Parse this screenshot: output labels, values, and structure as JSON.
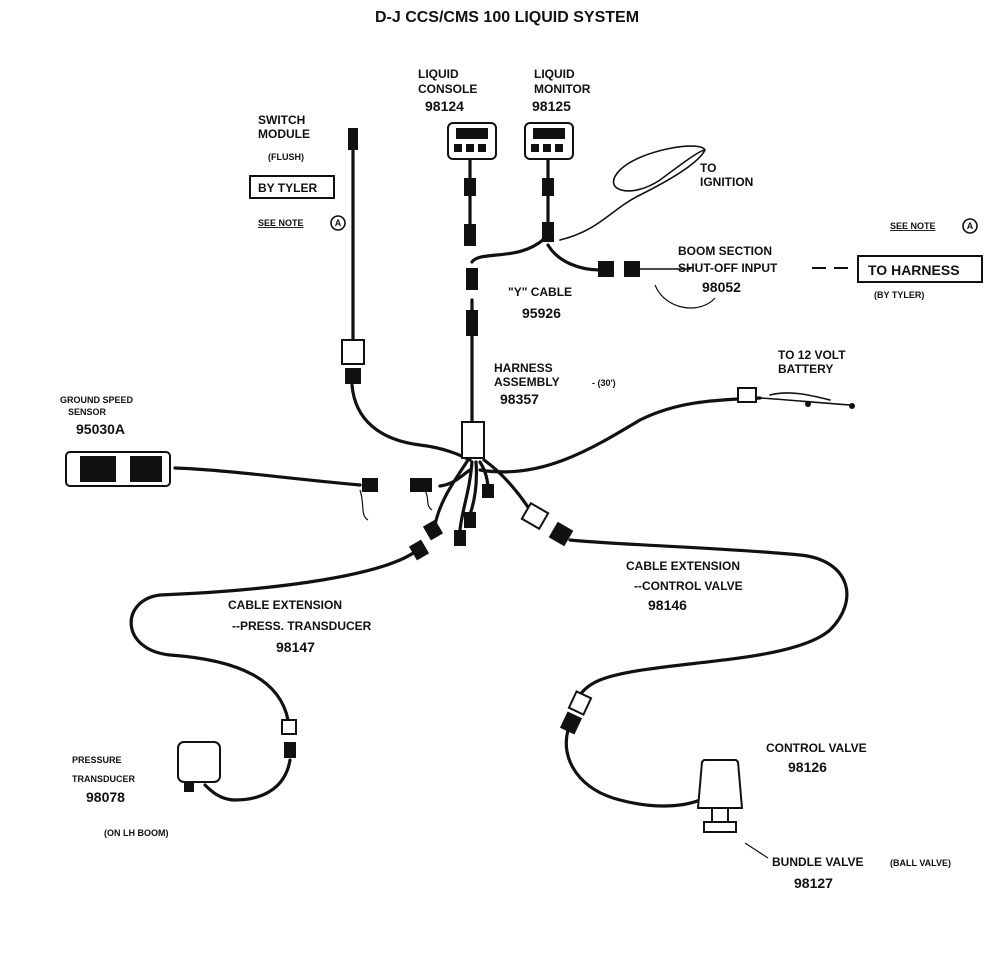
{
  "title": "D-J CCS/CMS 100 LIQUID SYSTEM",
  "liquid_console": {
    "line1": "LIQUID",
    "line2": "CONSOLE",
    "part": "98124"
  },
  "liquid_monitor": {
    "line1": "LIQUID",
    "line2": "MONITOR",
    "part": "98125"
  },
  "switch_module": {
    "line1": "SWITCH",
    "line2": "MODULE",
    "note": "(FLUSH)",
    "box": "BY TYLER",
    "see_note": "SEE NOTE",
    "marker": "A"
  },
  "ignition": {
    "line1": "TO",
    "line2": "IGNITION"
  },
  "boom_section": {
    "line1": "BOOM SECTION",
    "line2": "SHUT-OFF INPUT",
    "part": "98052",
    "see_note": "SEE NOTE",
    "marker": "A",
    "box": "TO HARNESS",
    "by": "(BY TYLER)"
  },
  "y_cable": {
    "label": "\"Y\" CABLE",
    "part": "95926"
  },
  "harness": {
    "line1": "HARNESS",
    "line2": "ASSEMBLY",
    "length": "- (30')",
    "part": "98357"
  },
  "battery": {
    "line1": "TO 12 VOLT",
    "line2": "BATTERY"
  },
  "ground_speed": {
    "line1": "GROUND SPEED",
    "line2": "SENSOR",
    "part": "95030A"
  },
  "cable_ext_press": {
    "line1": "CABLE EXTENSION",
    "line2": "--PRESS. TRANSDUCER",
    "part": "98147"
  },
  "cable_ext_control": {
    "line1": "CABLE EXTENSION",
    "line2": "--CONTROL VALVE",
    "part": "98146"
  },
  "pressure_transducer": {
    "line1": "PRESSURE",
    "line2": "TRANSDUCER",
    "part": "98078",
    "note": "(ON LH BOOM)"
  },
  "control_valve": {
    "line1": "CONTROL VALVE",
    "part": "98126"
  },
  "bundle_valve": {
    "line1": "BUNDLE VALVE",
    "note": "(BALL VALVE)",
    "part": "98127"
  }
}
